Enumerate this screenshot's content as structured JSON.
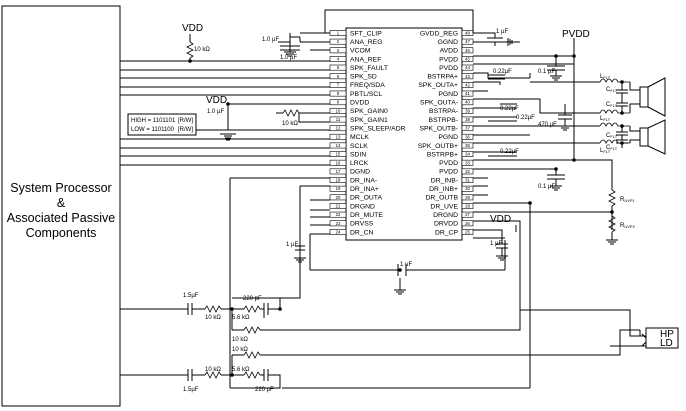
{
  "system_block": {
    "line1": "System Processor",
    "line2": "&",
    "line3": "Associated Passive",
    "line4": "Components"
  },
  "ic": {
    "left_pins": [
      {
        "num": "1",
        "name": "SFT_CLIP"
      },
      {
        "num": "2",
        "name": "ANA_REG"
      },
      {
        "num": "3",
        "name": "VCOM"
      },
      {
        "num": "4",
        "name": "ANA_REF"
      },
      {
        "num": "5",
        "name": "SPK_FAULT"
      },
      {
        "num": "6",
        "name": "SPK_SD"
      },
      {
        "num": "7",
        "name": "FREQ/SDA"
      },
      {
        "num": "8",
        "name": "PBTL/SCL"
      },
      {
        "num": "9",
        "name": "DVDD"
      },
      {
        "num": "10",
        "name": "SPK_GAIN0"
      },
      {
        "num": "11",
        "name": "SPK_GAIN1"
      },
      {
        "num": "12",
        "name": "SPK_SLEEP/ADR"
      },
      {
        "num": "13",
        "name": "MCLK"
      },
      {
        "num": "14",
        "name": "SCLK"
      },
      {
        "num": "15",
        "name": "SDIN"
      },
      {
        "num": "16",
        "name": "LRCK"
      },
      {
        "num": "17",
        "name": "DGND"
      },
      {
        "num": "18",
        "name": "DR_INA-"
      },
      {
        "num": "19",
        "name": "DR_INA+"
      },
      {
        "num": "20",
        "name": "DR_OUTA"
      },
      {
        "num": "21",
        "name": "DRGND"
      },
      {
        "num": "22",
        "name": "DR_MUTE"
      },
      {
        "num": "23",
        "name": "DRVSS"
      },
      {
        "num": "24",
        "name": "DR_CN"
      }
    ],
    "right_pins": [
      {
        "num": "48",
        "name": "GVDD_REG"
      },
      {
        "num": "47",
        "name": "GGND"
      },
      {
        "num": "46",
        "name": "AVDD"
      },
      {
        "num": "45",
        "name": "PVDD"
      },
      {
        "num": "44",
        "name": "PVDD"
      },
      {
        "num": "43",
        "name": "BSTRPA+"
      },
      {
        "num": "42",
        "name": "SPK_OUTA+"
      },
      {
        "num": "41",
        "name": "PGND"
      },
      {
        "num": "40",
        "name": "SPK_OUTA-"
      },
      {
        "num": "39",
        "name": "BSTRPA-"
      },
      {
        "num": "38",
        "name": "BSTRPB-"
      },
      {
        "num": "37",
        "name": "SPK_OUTB-"
      },
      {
        "num": "36",
        "name": "PGND"
      },
      {
        "num": "35",
        "name": "SPK_OUTB+"
      },
      {
        "num": "34",
        "name": "BSTRPB+"
      },
      {
        "num": "33",
        "name": "PVDD"
      },
      {
        "num": "32",
        "name": "PVDD"
      },
      {
        "num": "31",
        "name": "DR_INB-"
      },
      {
        "num": "30",
        "name": "DR_INB+"
      },
      {
        "num": "29",
        "name": "DR_OUTB"
      },
      {
        "num": "28",
        "name": "DR_UVE"
      },
      {
        "num": "27",
        "name": "DRGND"
      },
      {
        "num": "26",
        "name": "DRVDD"
      },
      {
        "num": "25",
        "name": "DR_CP"
      }
    ]
  },
  "labels": {
    "vdd_top": "VDD",
    "vdd_mid": "VDD",
    "vdd_right": "VDD",
    "pvdd": "PVDD",
    "r_10k_top": "10 kΩ",
    "r_10k_mid": "10 kΩ",
    "c_1u_reg": "1.0 µF",
    "c_1u_ref": "1.0 µF",
    "c_1u_dvdd": "1.0 µF",
    "c_1u_gvdd": "1 µF",
    "c_1u_avdd": "1 µF",
    "c_01u_top": "0.1 µF",
    "c_022_a1": "0.22µF",
    "c_022_a2": "0.22µF",
    "c_022_b1": "0.22µF",
    "c_022_b2": "0.22µF",
    "c_470": "470 µF",
    "c_01u_bot": "0.1 µF",
    "c_1u_drvss": "1 µF",
    "c_1u_drcn": "1 µF",
    "c_1u_drvdd": "1 µF",
    "l_flt": "L",
    "l_flt_sub": "FLT",
    "c_flt": "C",
    "c_flt_sub": "FLT",
    "r_uvp1": "R",
    "r_uvp1_sub": "UVP1",
    "r_uvp2": "R",
    "r_uvp2_sub": "UVP2",
    "addr_high": "HIGH = 1101101",
    "addr_low": "LOW = 1101100",
    "addr_suffix": "[R/W]",
    "c_15u_1": "1.5µF",
    "c_15u_2": "1.5µF",
    "r_10k_a1": "10 kΩ",
    "r_56k_a": "5.6 kΩ",
    "r_10k_a2": "10 kΩ",
    "c_220p_a": "220 pF",
    "r_10k_b1": "10 kΩ",
    "r_10k_b2": "10 kΩ",
    "r_56k_b": "5.6 kΩ",
    "c_220p_b": "220 pF",
    "hp": "HP",
    "ld": "LD"
  }
}
